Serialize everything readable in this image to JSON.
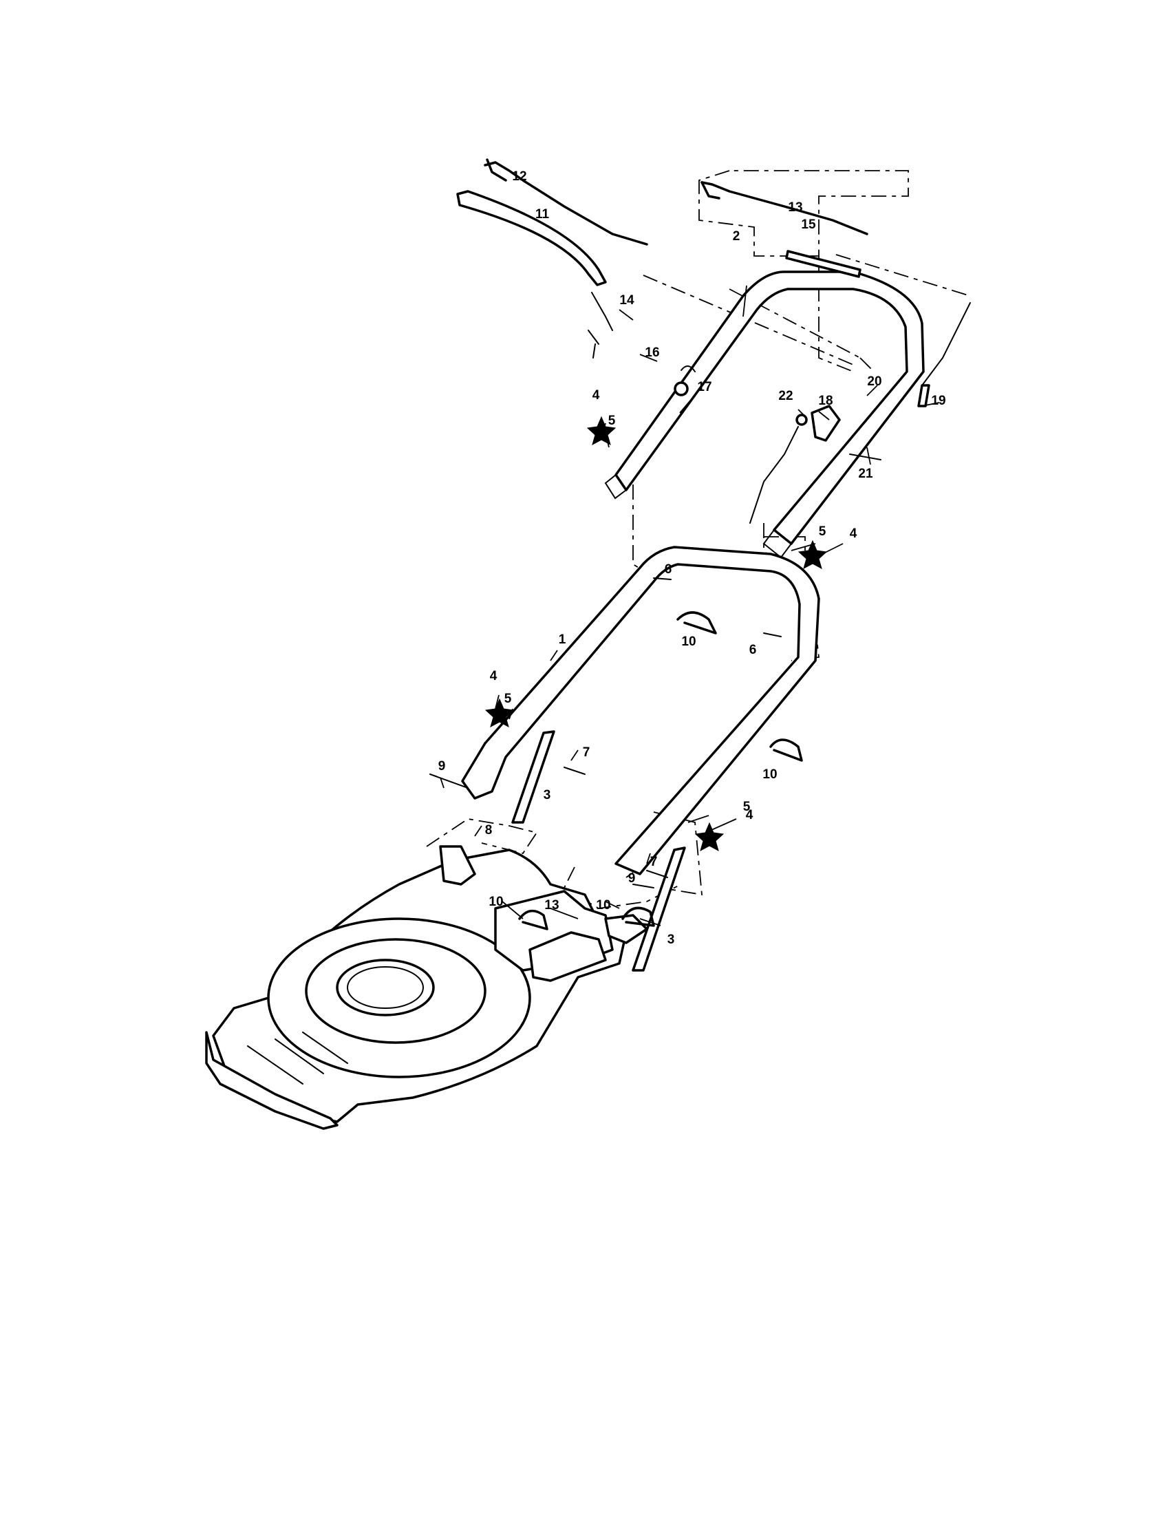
{
  "callouts": [
    {
      "id": "c12a",
      "text": "12"
    },
    {
      "id": "c11a",
      "text": "11"
    },
    {
      "id": "c13a",
      "text": "13"
    },
    {
      "id": "c15a",
      "text": "15"
    },
    {
      "id": "c2a",
      "text": "2"
    },
    {
      "id": "c14a",
      "text": "14"
    },
    {
      "id": "c16a",
      "text": "16"
    },
    {
      "id": "c17a",
      "text": "17"
    },
    {
      "id": "c20a",
      "text": "20"
    },
    {
      "id": "c22a",
      "text": "22"
    },
    {
      "id": "c18a",
      "text": "18"
    },
    {
      "id": "c19a",
      "text": "19"
    },
    {
      "id": "c4a",
      "text": "4"
    },
    {
      "id": "c5a",
      "text": "5"
    },
    {
      "id": "c21a",
      "text": "21"
    },
    {
      "id": "c5b",
      "text": "5"
    },
    {
      "id": "c4b",
      "text": "4"
    },
    {
      "id": "c6a",
      "text": "6"
    },
    {
      "id": "c10a",
      "text": "10"
    },
    {
      "id": "c6b",
      "text": "6"
    },
    {
      "id": "c1a",
      "text": "1"
    },
    {
      "id": "c4c",
      "text": "4"
    },
    {
      "id": "c5c",
      "text": "5"
    },
    {
      "id": "c7a",
      "text": "7"
    },
    {
      "id": "c9a",
      "text": "9"
    },
    {
      "id": "c3a",
      "text": "3"
    },
    {
      "id": "c10b",
      "text": "10"
    },
    {
      "id": "c5d",
      "text": "5"
    },
    {
      "id": "c4d",
      "text": "4"
    },
    {
      "id": "c8a",
      "text": "8"
    },
    {
      "id": "c7b",
      "text": "7"
    },
    {
      "id": "c9b",
      "text": "9"
    },
    {
      "id": "c10c",
      "text": "10"
    },
    {
      "id": "c13b",
      "text": "13"
    },
    {
      "id": "c10d",
      "text": "10"
    },
    {
      "id": "c3b",
      "text": "3"
    }
  ]
}
